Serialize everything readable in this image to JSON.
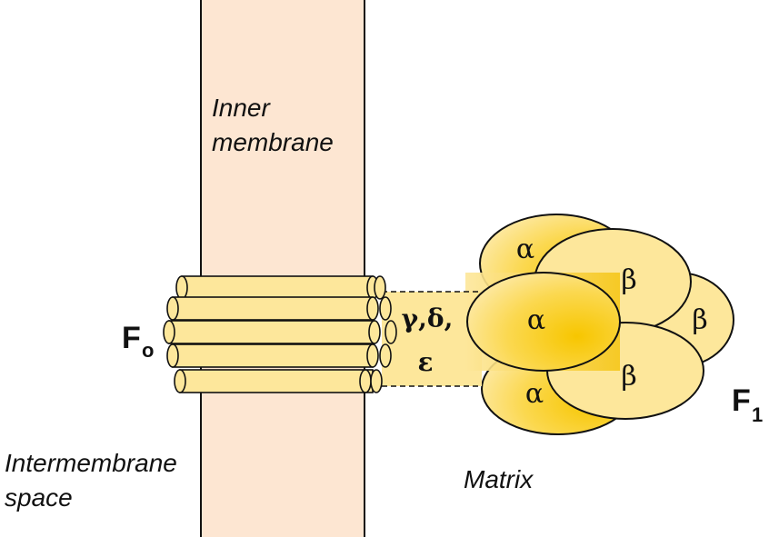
{
  "labels": {
    "inner_membrane_line1": "Inner",
    "inner_membrane_line2": "membrane",
    "intermembrane_line1": "Intermembrane",
    "intermembrane_line2": "space",
    "matrix": "Matrix",
    "fo_main": "F",
    "fo_sub": "o",
    "f1_main": "F",
    "f1_sub": "1",
    "stalk_line1": "γ,δ,",
    "stalk_line2": "ε"
  },
  "subunits": {
    "alpha_top": "α",
    "beta_top": "β",
    "alpha_front": "α",
    "beta_right": "β",
    "alpha_bottom": "α",
    "beta_bottom": "β"
  },
  "colors": {
    "membrane_fill": "#fde6d2",
    "cylinder_fill": "#fde79b",
    "subunit_light": "#fde79b",
    "subunit_dark": "#f7c600",
    "outline": "#111111"
  }
}
